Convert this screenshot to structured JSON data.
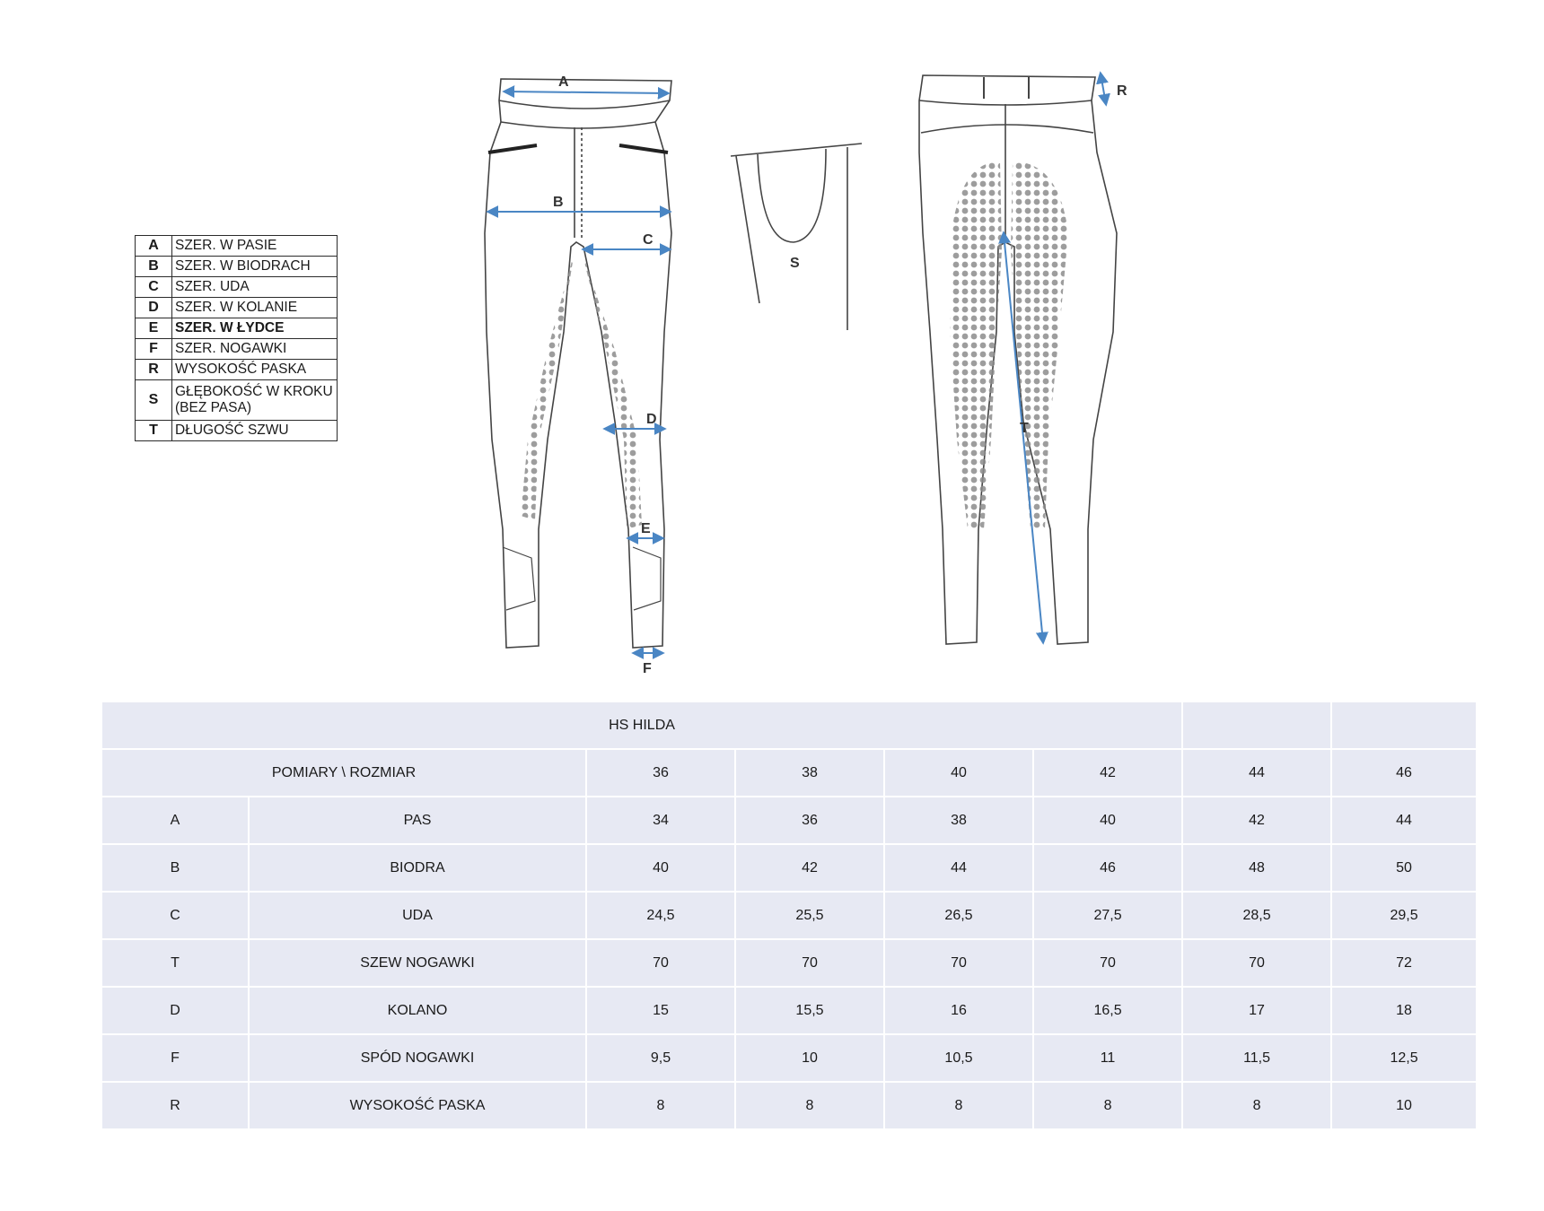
{
  "legend": [
    {
      "code": "A",
      "label": "SZER. W PASIE"
    },
    {
      "code": "B",
      "label": "SZER. W BIODRACH"
    },
    {
      "code": "C",
      "label": "SZER. UDA"
    },
    {
      "code": "D",
      "label": "SZER. W KOLANIE"
    },
    {
      "code": "E",
      "label": "SZER. W ŁYDCE"
    },
    {
      "code": "F",
      "label": "SZER. NOGAWKI"
    },
    {
      "code": "R",
      "label": "WYSOKOŚĆ PASKA"
    },
    {
      "code": "S",
      "label": "GŁĘBOKOŚĆ W KROKU (BEZ PASA)"
    },
    {
      "code": "T",
      "label": "DŁUGOŚĆ SZWU"
    }
  ],
  "drawing_labels": {
    "a": "A",
    "b": "B",
    "c": "C",
    "d": "D",
    "e": "E",
    "f": "F",
    "r": "R",
    "s": "S",
    "t": "T"
  },
  "colors": {
    "table_bg": "#e7e9f3",
    "arrow": "#4a86c4"
  },
  "table": {
    "title": "HS HILDA",
    "header_label": "POMIARY \\ ROZMIAR",
    "sizes": [
      "36",
      "38",
      "40",
      "42",
      "44",
      "46"
    ],
    "rows": [
      {
        "code": "A",
        "name": "PAS",
        "values": [
          "34",
          "36",
          "38",
          "40",
          "42",
          "44"
        ]
      },
      {
        "code": "B",
        "name": "BIODRA",
        "values": [
          "40",
          "42",
          "44",
          "46",
          "48",
          "50"
        ]
      },
      {
        "code": "C",
        "name": "UDA",
        "values": [
          "24,5",
          "25,5",
          "26,5",
          "27,5",
          "28,5",
          "29,5"
        ]
      },
      {
        "code": "T",
        "name": "SZEW NOGAWKI",
        "values": [
          "70",
          "70",
          "70",
          "70",
          "70",
          "72"
        ]
      },
      {
        "code": "D",
        "name": "KOLANO",
        "values": [
          "15",
          "15,5",
          "16",
          "16,5",
          "17",
          "18"
        ]
      },
      {
        "code": "F",
        "name": "SPÓD NOGAWKI",
        "values": [
          "9,5",
          "10",
          "10,5",
          "11",
          "11,5",
          "12,5"
        ]
      },
      {
        "code": "R",
        "name": "WYSOKOŚĆ PASKA",
        "values": [
          "8",
          "8",
          "8",
          "8",
          "8",
          "10"
        ]
      }
    ]
  }
}
